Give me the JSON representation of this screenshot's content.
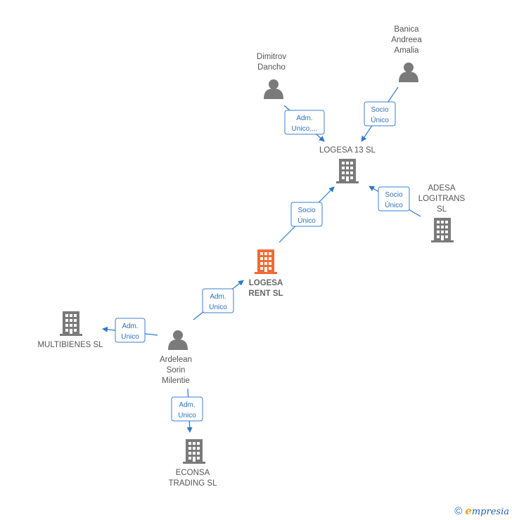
{
  "nodes": {
    "dimitrov": {
      "lines": [
        "Dimitrov",
        "Dancho"
      ],
      "type": "person"
    },
    "banica": {
      "lines": [
        "Banica",
        "Andreea",
        "Amalia"
      ],
      "type": "person"
    },
    "logesa13": {
      "lines": [
        "LOGESA 13  SL"
      ],
      "type": "company"
    },
    "adesa": {
      "lines": [
        "ADESA",
        "LOGITRANS",
        "SL"
      ],
      "type": "company"
    },
    "logesarent": {
      "lines": [
        "LOGESA",
        "RENT  SL"
      ],
      "type": "company-main"
    },
    "multibienes": {
      "lines": [
        "MULTIBIENES SL"
      ],
      "type": "company"
    },
    "ardelean": {
      "lines": [
        "Ardelean",
        "Sorin",
        "Milentie"
      ],
      "type": "person"
    },
    "econsa": {
      "lines": [
        "ECONSA",
        "TRADING SL"
      ],
      "type": "company"
    }
  },
  "edges": {
    "dimitrov_logesa13": [
      "Adm.",
      "Unico,..."
    ],
    "banica_logesa13": [
      "Socio",
      "Único"
    ],
    "adesa_logesa13": [
      "Socio",
      "Único"
    ],
    "rent_logesa13": [
      "Socio",
      "Único"
    ],
    "ardelean_rent": [
      "Adm.",
      "Unico"
    ],
    "ardelean_multi": [
      "Adm.",
      "Unico"
    ],
    "ardelean_econsa": [
      "Adm.",
      "Unico"
    ]
  },
  "colors": {
    "edge": "#2f78c8",
    "company_icon": "#7a7a7a",
    "person_icon": "#7a7a7a",
    "main_company_icon": "#f26a32"
  },
  "footer": {
    "copyright": "©",
    "brand_initial": "e",
    "brand_rest": "mpresia"
  }
}
